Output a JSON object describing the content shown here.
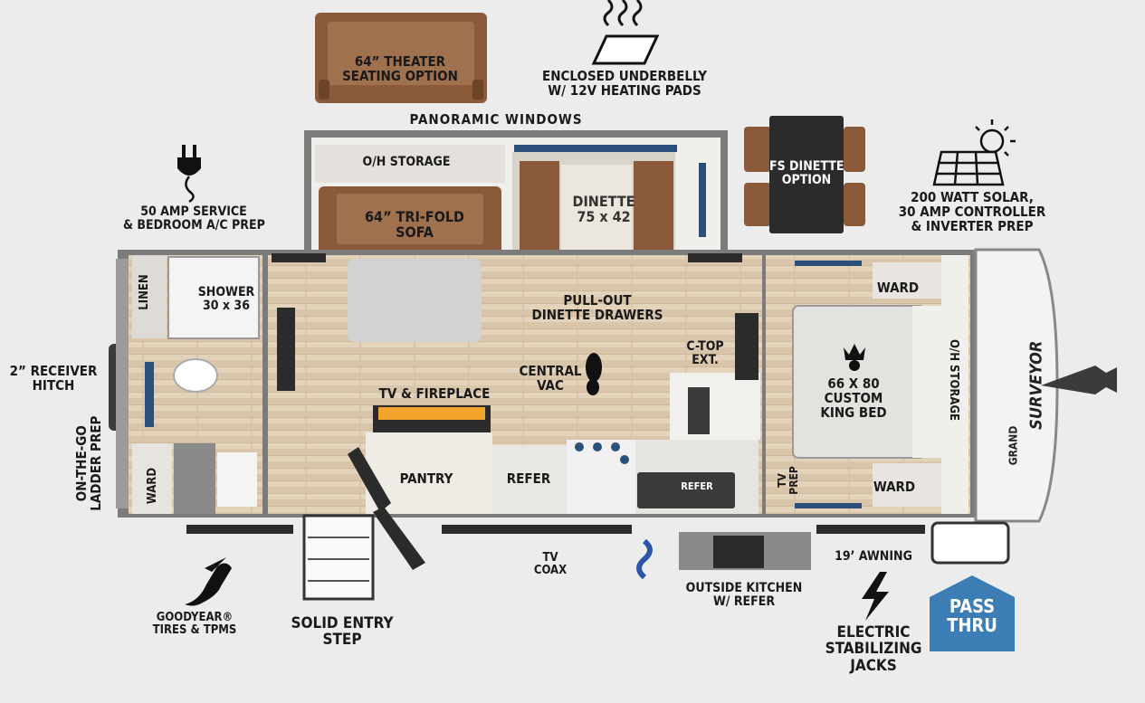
{
  "labels": {
    "theater": "64” THEATER\nSEATING OPTION",
    "underbelly": "ENCLOSED UNDERBELLY\nW/ 12V HEATING PADS",
    "panoramic": "PANORAMIC WINDOWS",
    "amp": "50 AMP SERVICE\n& BEDROOM A/C PREP",
    "oh_storage_top": "O/H STORAGE",
    "sofa": "64” TRI-FOLD\nSOFA",
    "dinette": "DINETTE\n75 x 42",
    "fs_dinette": "FS DINETTE\nOPTION",
    "solar": "200 WATT SOLAR,\n30 AMP CONTROLLER\n& INVERTER PREP",
    "linen": "LINEN",
    "shower": "SHOWER\n30 x 36",
    "pullout": "PULL-OUT\nDINETTE DRAWERS",
    "receiver": "2” RECEIVER\nHITCH",
    "ladder": "ON-THE-GO\nLADDER PREP",
    "central_vac": "CENTRAL\nVAC",
    "ctop": "C-TOP\nEXT.",
    "tv_fireplace": "TV & FIREPLACE",
    "ward_top": "WARD",
    "ward_bottom": "WARD",
    "ward_bath": "WARD",
    "bed": "66 X 80\nCUSTOM\nKING BED",
    "oh_storage_side": "O/H STORAGE",
    "pantry": "PANTRY",
    "refer": "REFER",
    "refer_small": "REFER",
    "tv_prep": "TV\nPREP",
    "tv_coax": "TV\nCOAX",
    "outside_kitchen": "OUTSIDE KITCHEN\nW/ REFER",
    "awning": "19’ AWNING",
    "goodyear": "GOODYEAR®\nTIRES & TPMS",
    "entry_step": "SOLID ENTRY\nSTEP",
    "jacks": "ELECTRIC\nSTABILIZING\nJACKS",
    "pass_thru": "PASS\nTHRU",
    "brand_grand": "GRAND",
    "brand_surveyor": "SURVEYOR"
  },
  "icons": [
    "heat-pad-icon",
    "plug-icon",
    "solar-panel-icon",
    "sun-icon",
    "footprint-icon",
    "crown-icon",
    "winged-foot-icon",
    "lightning-icon"
  ],
  "colors": {
    "wall": "#7b7b7b",
    "floor": "#e0cfb6",
    "wood": "#8a5a3a",
    "pass": "#3b7db4"
  }
}
